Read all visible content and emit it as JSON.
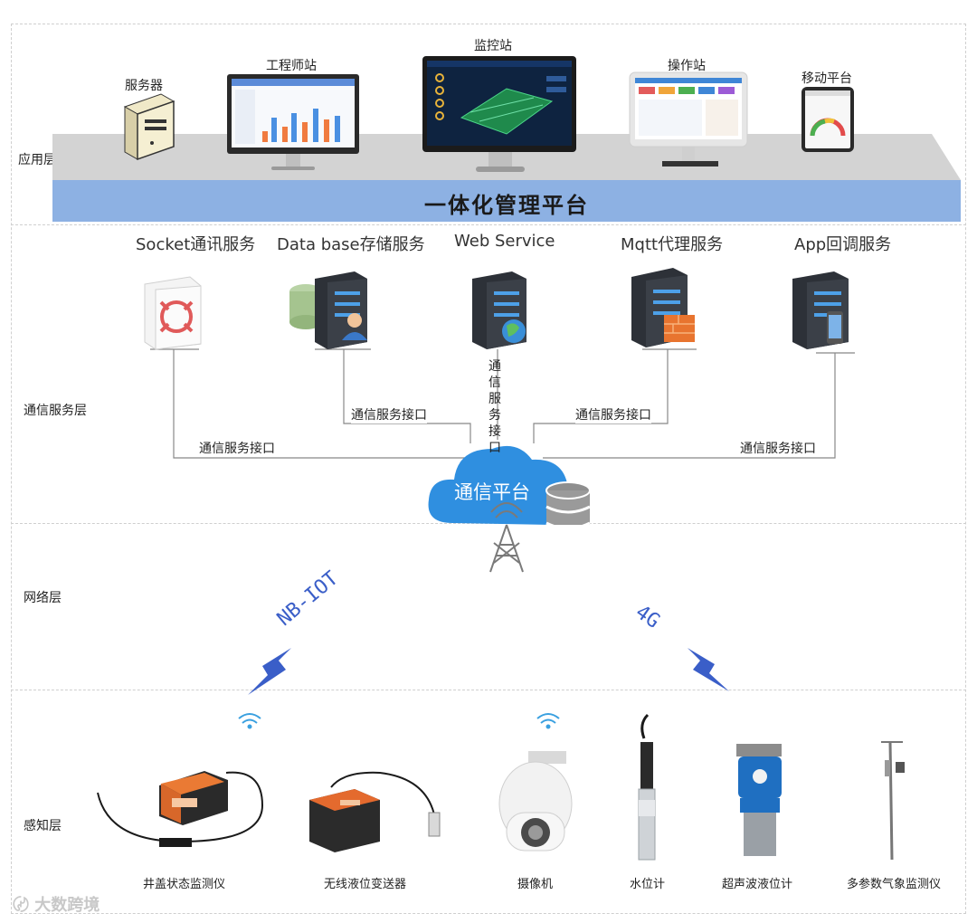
{
  "layers": {
    "application": "应用层",
    "communication": "通信服务层",
    "network": "网络层",
    "perception": "感知层"
  },
  "application_devices": {
    "server": "服务器",
    "engineer_station": "工程师站",
    "monitor_station": "监控站",
    "operator_station": "操作站",
    "mobile_platform": "移动平台"
  },
  "platform_title": "一体化管理平台",
  "services": {
    "socket": "Socket通讯服务",
    "database": "Data base存储服务",
    "web": "Web Service",
    "mqtt": "Mqtt代理服务",
    "app": "App回调服务"
  },
  "interface_label": "通信服务接口",
  "comm_platform": "通信平台",
  "network": {
    "nbiot": "NB-IOT",
    "fourg": "4G"
  },
  "sensors": {
    "manhole": "井盖状态监测仪",
    "level_transmitter": "无线液位变送器",
    "camera": "摄像机",
    "water_gauge": "水位计",
    "ultrasonic": "超声波液位计",
    "weather": "多参数气象监测仪"
  },
  "watermark": "大数跨境",
  "colors": {
    "platform_bar": "#8db1e3",
    "network_text": "#3a5ec8",
    "cloud": "#2f8fe0",
    "server_dark": "#2d3138",
    "orange_device": "#e36a2a"
  }
}
